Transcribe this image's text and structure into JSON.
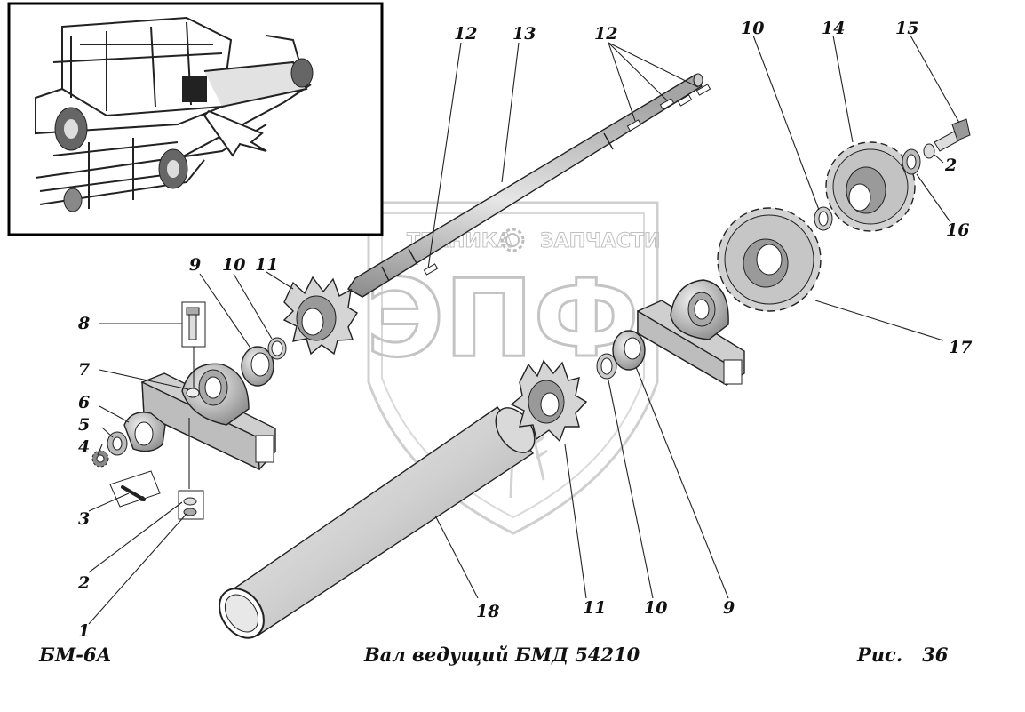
{
  "watermark": {
    "brand_left": "ТЕХНИКА",
    "brand_right": "ЗАПЧАСТИ",
    "logo": "ЭПФ",
    "gear_icon": "gear-icon"
  },
  "labels": [
    {
      "id": "l1",
      "text": "1"
    },
    {
      "id": "l2a",
      "text": "2"
    },
    {
      "id": "l2b",
      "text": "2"
    },
    {
      "id": "l3",
      "text": "3"
    },
    {
      "id": "l4",
      "text": "4"
    },
    {
      "id": "l5",
      "text": "5"
    },
    {
      "id": "l6",
      "text": "6"
    },
    {
      "id": "l7",
      "text": "7"
    },
    {
      "id": "l8",
      "text": "8"
    },
    {
      "id": "l9a",
      "text": "9"
    },
    {
      "id": "l9b",
      "text": "9"
    },
    {
      "id": "l10a",
      "text": "10"
    },
    {
      "id": "l10b",
      "text": "10"
    },
    {
      "id": "l10c",
      "text": "10"
    },
    {
      "id": "l11a",
      "text": "11"
    },
    {
      "id": "l11b",
      "text": "11"
    },
    {
      "id": "l12a",
      "text": "12"
    },
    {
      "id": "l12b",
      "text": "12"
    },
    {
      "id": "l13",
      "text": "13"
    },
    {
      "id": "l14",
      "text": "14"
    },
    {
      "id": "l15",
      "text": "15"
    },
    {
      "id": "l16",
      "text": "16"
    },
    {
      "id": "l17",
      "text": "17"
    },
    {
      "id": "l18",
      "text": "18"
    }
  ],
  "caption": {
    "model": "БМ-6А",
    "title": "Вал ведущий БМД 54210",
    "figure_prefix": "Рис.",
    "figure_number": "36"
  }
}
